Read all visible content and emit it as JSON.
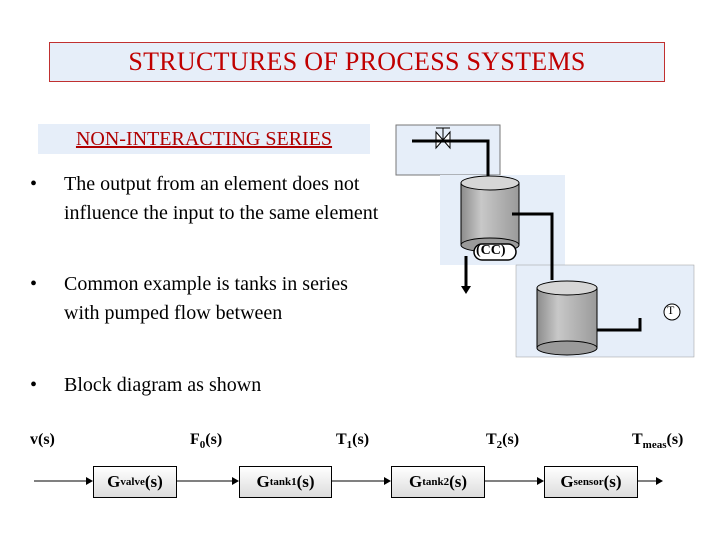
{
  "title": "STRUCTURES OF  PROCESS SYSTEMS",
  "subtitle": "NON-INTERACTING SERIES",
  "bullets": [
    {
      "symbol": "•",
      "text": "The output from an element does not influence the input to the same element"
    },
    {
      "symbol": "•",
      "text": "Common example is tanks in series with pumped flow between"
    },
    {
      "symbol": "•",
      "text": "Block diagram as shown"
    }
  ],
  "schematic": {
    "pump_label": "(CC)",
    "transmitter_label": "T",
    "valve_icon": "control-valve-icon",
    "colors": {
      "panel": "#e6eef9",
      "tank": "#a8a8a8",
      "accent": "#c00000"
    }
  },
  "block_diagram": {
    "signals": {
      "input": {
        "main": "v(s)",
        "sub": ""
      },
      "s1": {
        "main": "F",
        "sub": "0",
        "tail": "(s)"
      },
      "s2": {
        "main": "T",
        "sub": "1",
        "tail": "(s)"
      },
      "s3": {
        "main": "T",
        "sub": "2",
        "tail": "(s)"
      },
      "output": {
        "main": "T",
        "sub": "meas",
        "tail": "(s)"
      }
    },
    "blocks": [
      {
        "main": "G",
        "sub": "valve",
        "tail": "(s)"
      },
      {
        "main": "G",
        "sub": "tank1",
        "tail": "(s)"
      },
      {
        "main": "G",
        "sub": "tank2",
        "tail": "(s)"
      },
      {
        "main": "G",
        "sub": "sensor",
        "tail": "(s)"
      }
    ]
  }
}
